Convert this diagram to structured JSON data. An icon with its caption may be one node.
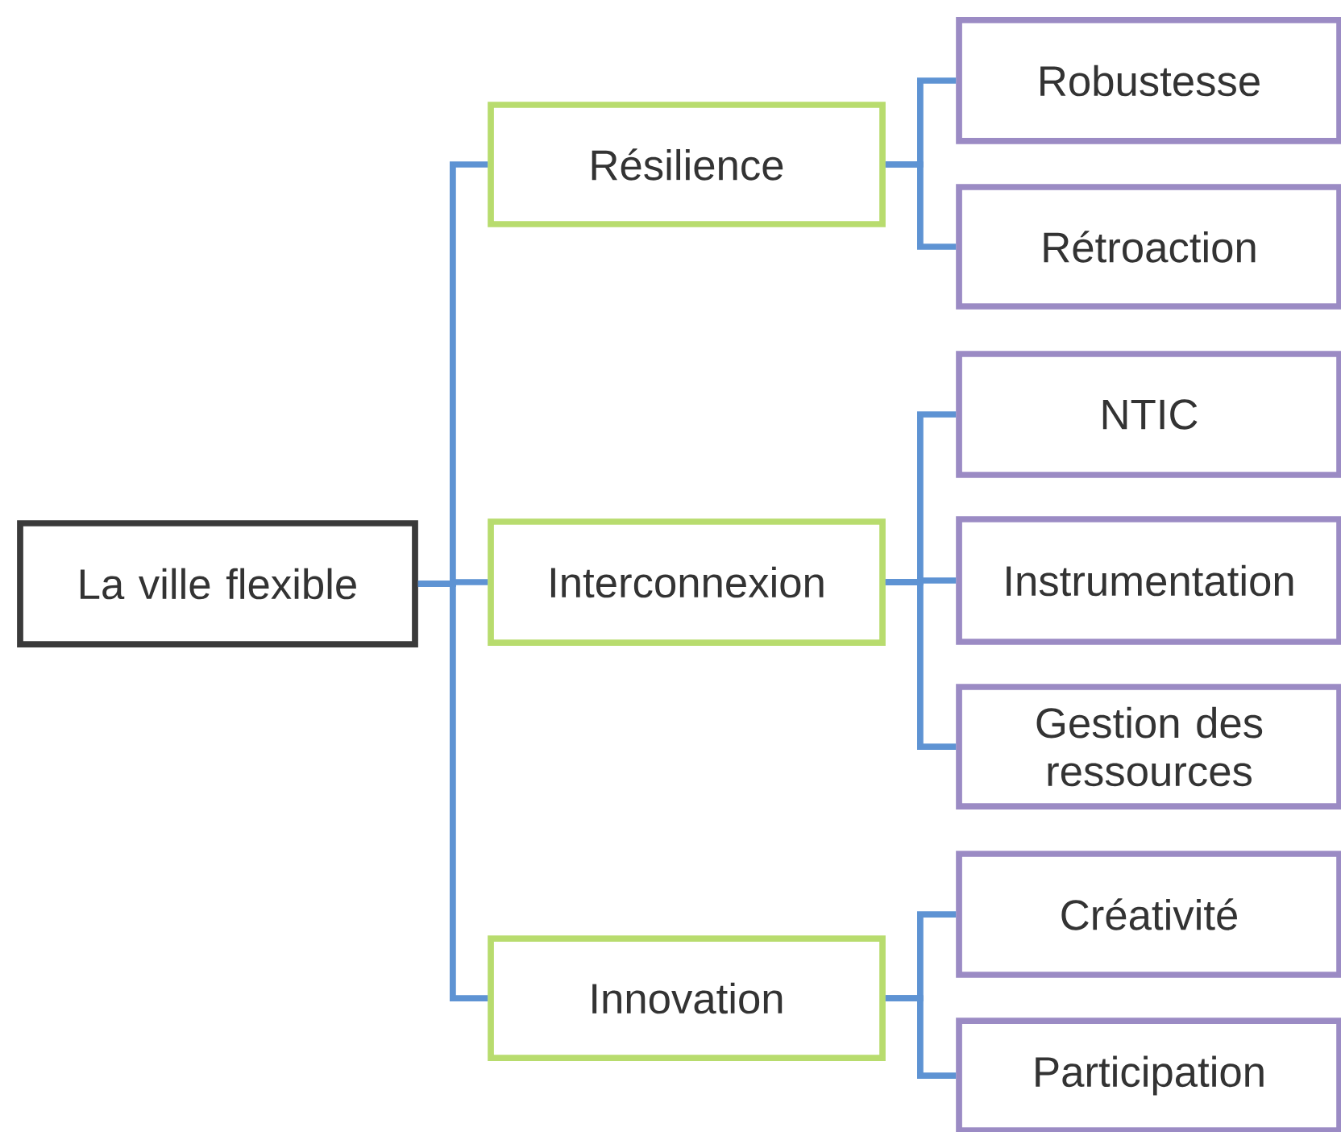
{
  "diagram": {
    "nodes": [
      {
        "text": [
          "La ville flexible"
        ]
      },
      {
        "text": [
          "Résilience"
        ]
      },
      {
        "text": [
          "Interconnexion"
        ]
      },
      {
        "text": [
          "Innovation"
        ]
      },
      {
        "text": [
          "Robustesse"
        ]
      },
      {
        "text": [
          "Rétroaction"
        ]
      },
      {
        "text": [
          "NTIC"
        ]
      },
      {
        "text": [
          "Instrumentation"
        ]
      },
      {
        "text": [
          "Gestion des ressources"
        ]
      },
      {
        "text": [
          "Créativité"
        ]
      },
      {
        "text": [
          "Participation"
        ]
      }
    ],
    "edges": [
      {
        "from": 0,
        "to": 1,
        "arrow": "none"
      },
      {
        "from": 0,
        "to": 2,
        "arrow": "none"
      },
      {
        "from": 0,
        "to": 3,
        "arrow": "none"
      },
      {
        "from": 1,
        "to": 4,
        "arrow": "none"
      },
      {
        "from": 1,
        "to": 5,
        "arrow": "none"
      },
      {
        "from": 2,
        "to": 6,
        "arrow": "none"
      },
      {
        "from": 2,
        "to": 7,
        "arrow": "none"
      },
      {
        "from": 2,
        "to": 8,
        "arrow": "none"
      },
      {
        "from": 3,
        "to": 9,
        "arrow": "none"
      },
      {
        "from": 3,
        "to": 10,
        "arrow": "none"
      }
    ]
  }
}
